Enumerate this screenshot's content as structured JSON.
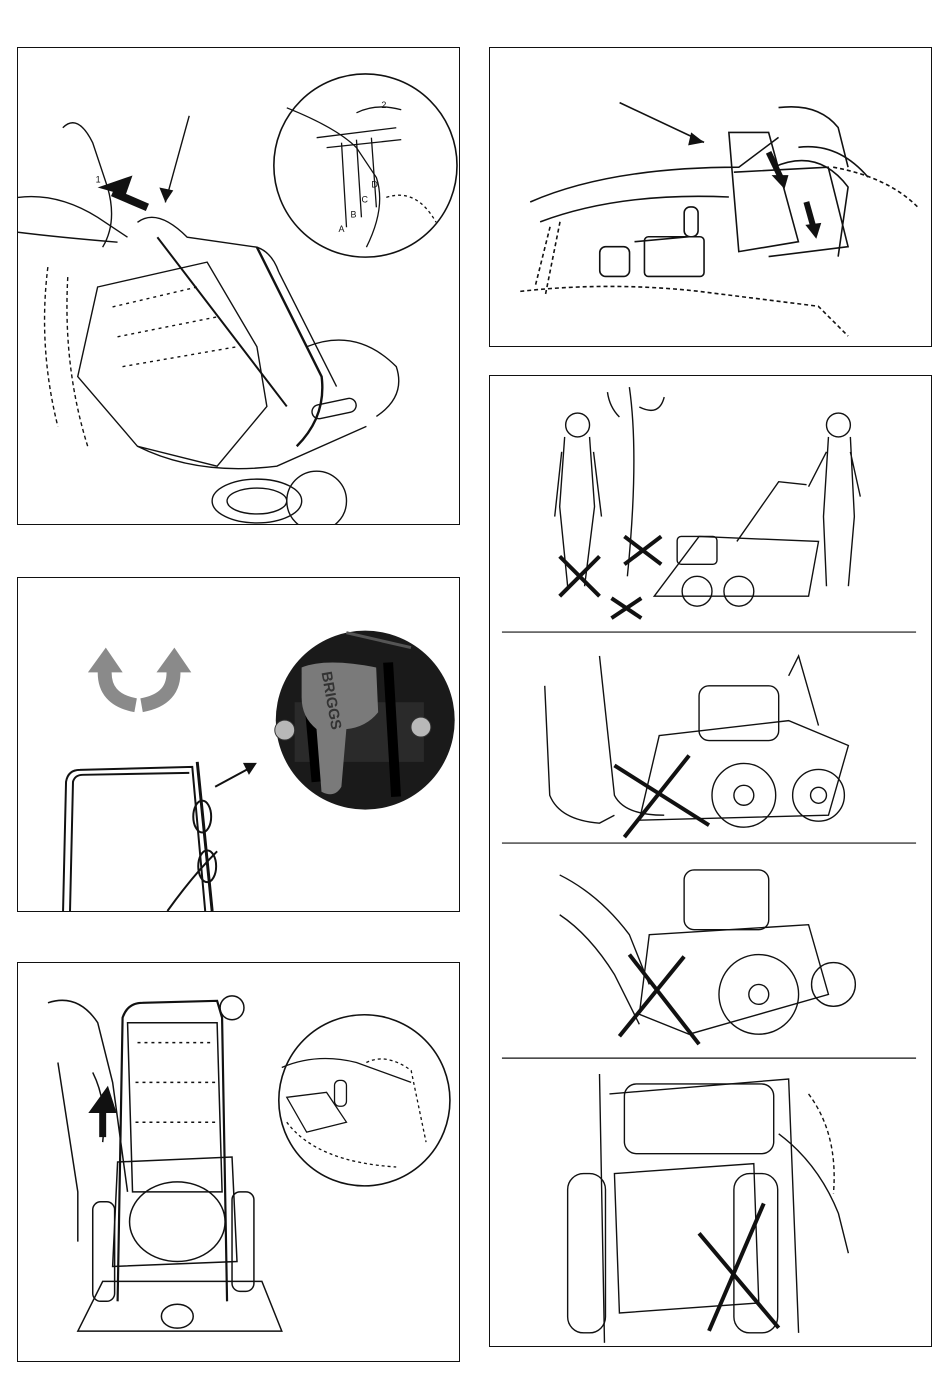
{
  "page": {
    "title": ""
  },
  "figures": {
    "fig_cable": {
      "step1": "1",
      "step2": "2",
      "detail_letters": [
        "A",
        "B",
        "C",
        "D"
      ]
    },
    "fig_switch": {
      "brand_text": "BRIGGS"
    },
    "fig_folding": {},
    "fig_safety_bystanders": {},
    "fig_safety_feet": {},
    "fig_safety_hands": {},
    "fig_safety_chute": {},
    "fig_bag": {}
  },
  "colors": {
    "line": "#111111",
    "gray_arrow": "#8a8a8a",
    "photo_bg": "#1a1a1a",
    "switch_gray": "#7a7a7a"
  }
}
